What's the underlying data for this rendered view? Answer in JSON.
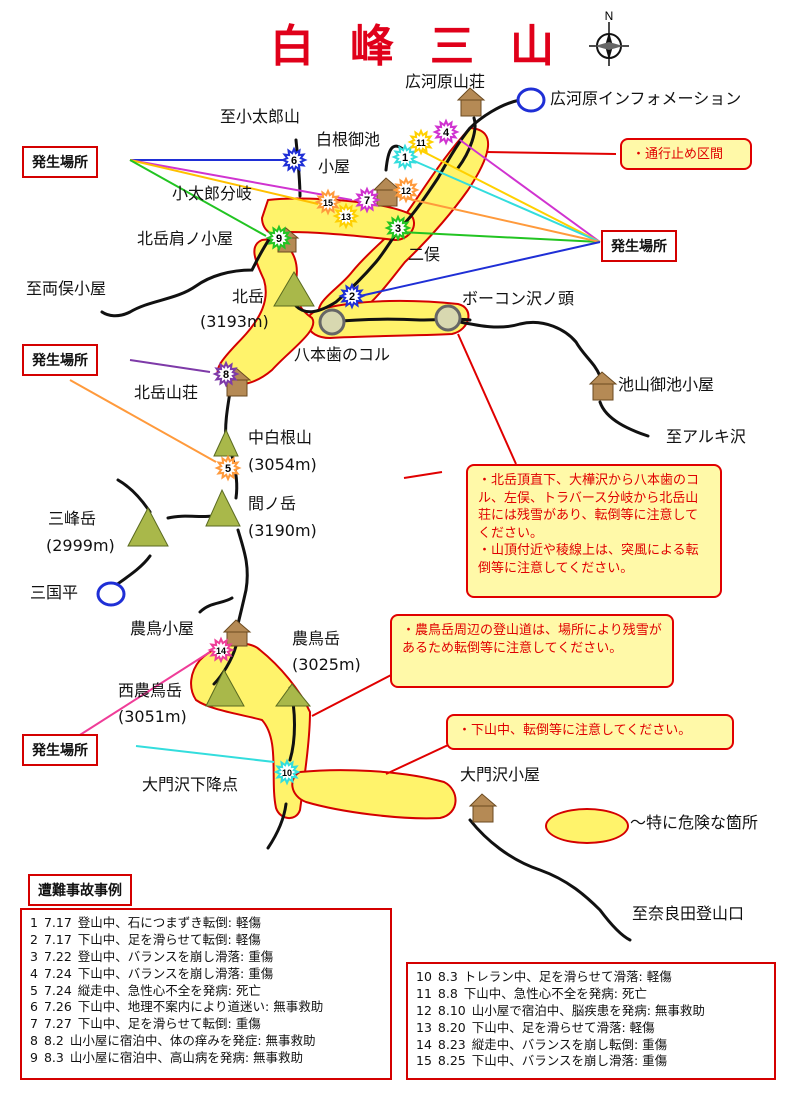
{
  "title": "白峰三山",
  "compass": {
    "letter": "N"
  },
  "places": {
    "hirogawara_sanso": "広河原山荘",
    "hirogawara_info": "広河原インフォメーション",
    "kotaro_yama": "至小太郎山",
    "shirane_oike": "白根御池",
    "goya": "小屋",
    "kotaro_bunki": "小太郎分岐",
    "kitadake_katanokoya": "北岳肩ノ小屋",
    "futamata": "二俣",
    "ryomata": "至両俣小屋",
    "kitadake": "北岳",
    "kitadake_alt": "(3193m)",
    "bokonsawa": "ボーコン沢ノ頭",
    "happonba": "八本歯のコル",
    "kitadake_sanso": "北岳山荘",
    "ikeyama": "池山御池小屋",
    "aruki": "至アルキ沢",
    "nakashirane": "中白根山",
    "nakashirane_alt": "(3054m)",
    "sanpo": "三峰岳",
    "sanpo_alt": "(2999m)",
    "ainodake": "間ノ岳",
    "ainodake_alt": "(3190m)",
    "mikunidaira": "三国平",
    "notori_koya": "農鳥小屋",
    "notori": "農鳥岳",
    "notori_alt": "(3025m)",
    "nishinotori": "西農鳥岳",
    "nishinotori_alt": "(3051m)",
    "daimon_koten": "大門沢下降点",
    "daimon_koya": "大門沢小屋",
    "narada": "至奈良田登山口"
  },
  "tags": {
    "occurrence": "発生場所"
  },
  "notes": {
    "closed": "・通行止め区間",
    "snow1": "・北岳頂直下、大樺沢から八本歯のコル、左俣、トラバース分岐から北岳山荘には残雪があり、転倒等に注意してください。",
    "snow2": "・山頂付近や稜線上は、突風による転倒等に注意してください。",
    "notori": "・農鳥岳周辺の登山道は、場所により残雪があるため転倒等に注意してください。",
    "descent": "・下山中、転倒等に注意してください。"
  },
  "legend": "～特に危険な箇所",
  "markers": [
    "1",
    "2",
    "3",
    "4",
    "5",
    "6",
    "7",
    "8",
    "9",
    "10",
    "11",
    "12",
    "13",
    "14",
    "15"
  ],
  "accidents_title": "遭難事故事例",
  "accidents": [
    {
      "no": "1",
      "date": "7.17",
      "text": "登山中、石につまずき転倒: 軽傷"
    },
    {
      "no": "2",
      "date": "7.17",
      "text": "下山中、足を滑らせて転倒: 軽傷"
    },
    {
      "no": "3",
      "date": "7.22",
      "text": "登山中、バランスを崩し滑落: 重傷"
    },
    {
      "no": "4",
      "date": "7.24",
      "text": "下山中、バランスを崩し滑落: 重傷"
    },
    {
      "no": "5",
      "date": "7.24",
      "text": "縦走中、急性心不全を発病: 死亡"
    },
    {
      "no": "6",
      "date": "7.26",
      "text": "下山中、地理不案内により道迷い: 無事救助"
    },
    {
      "no": "7",
      "date": "7.27",
      "text": "下山中、足を滑らせて転倒: 重傷"
    },
    {
      "no": "8",
      "date": "8.2",
      "text": "山小屋に宿泊中、体の痒みを発症: 無事救助"
    },
    {
      "no": "9",
      "date": "8.3",
      "text": "山小屋に宿泊中、高山病を発病: 無事救助"
    },
    {
      "no": "10",
      "date": "8.3",
      "text": "トレラン中、足を滑らせて滑落: 軽傷"
    },
    {
      "no": "11",
      "date": "8.8",
      "text": "下山中、急性心不全を発病: 死亡"
    },
    {
      "no": "12",
      "date": "8.10",
      "text": "山小屋で宿泊中、脳疾患を発病: 無事救助"
    },
    {
      "no": "13",
      "date": "8.20",
      "text": "下山中、足を滑らせて滑落: 軽傷"
    },
    {
      "no": "14",
      "date": "8.23",
      "text": "縦走中、バランスを崩し転倒: 重傷"
    },
    {
      "no": "15",
      "date": "8.25",
      "text": "下山中、バランスを崩し滑落: 重傷"
    }
  ]
}
